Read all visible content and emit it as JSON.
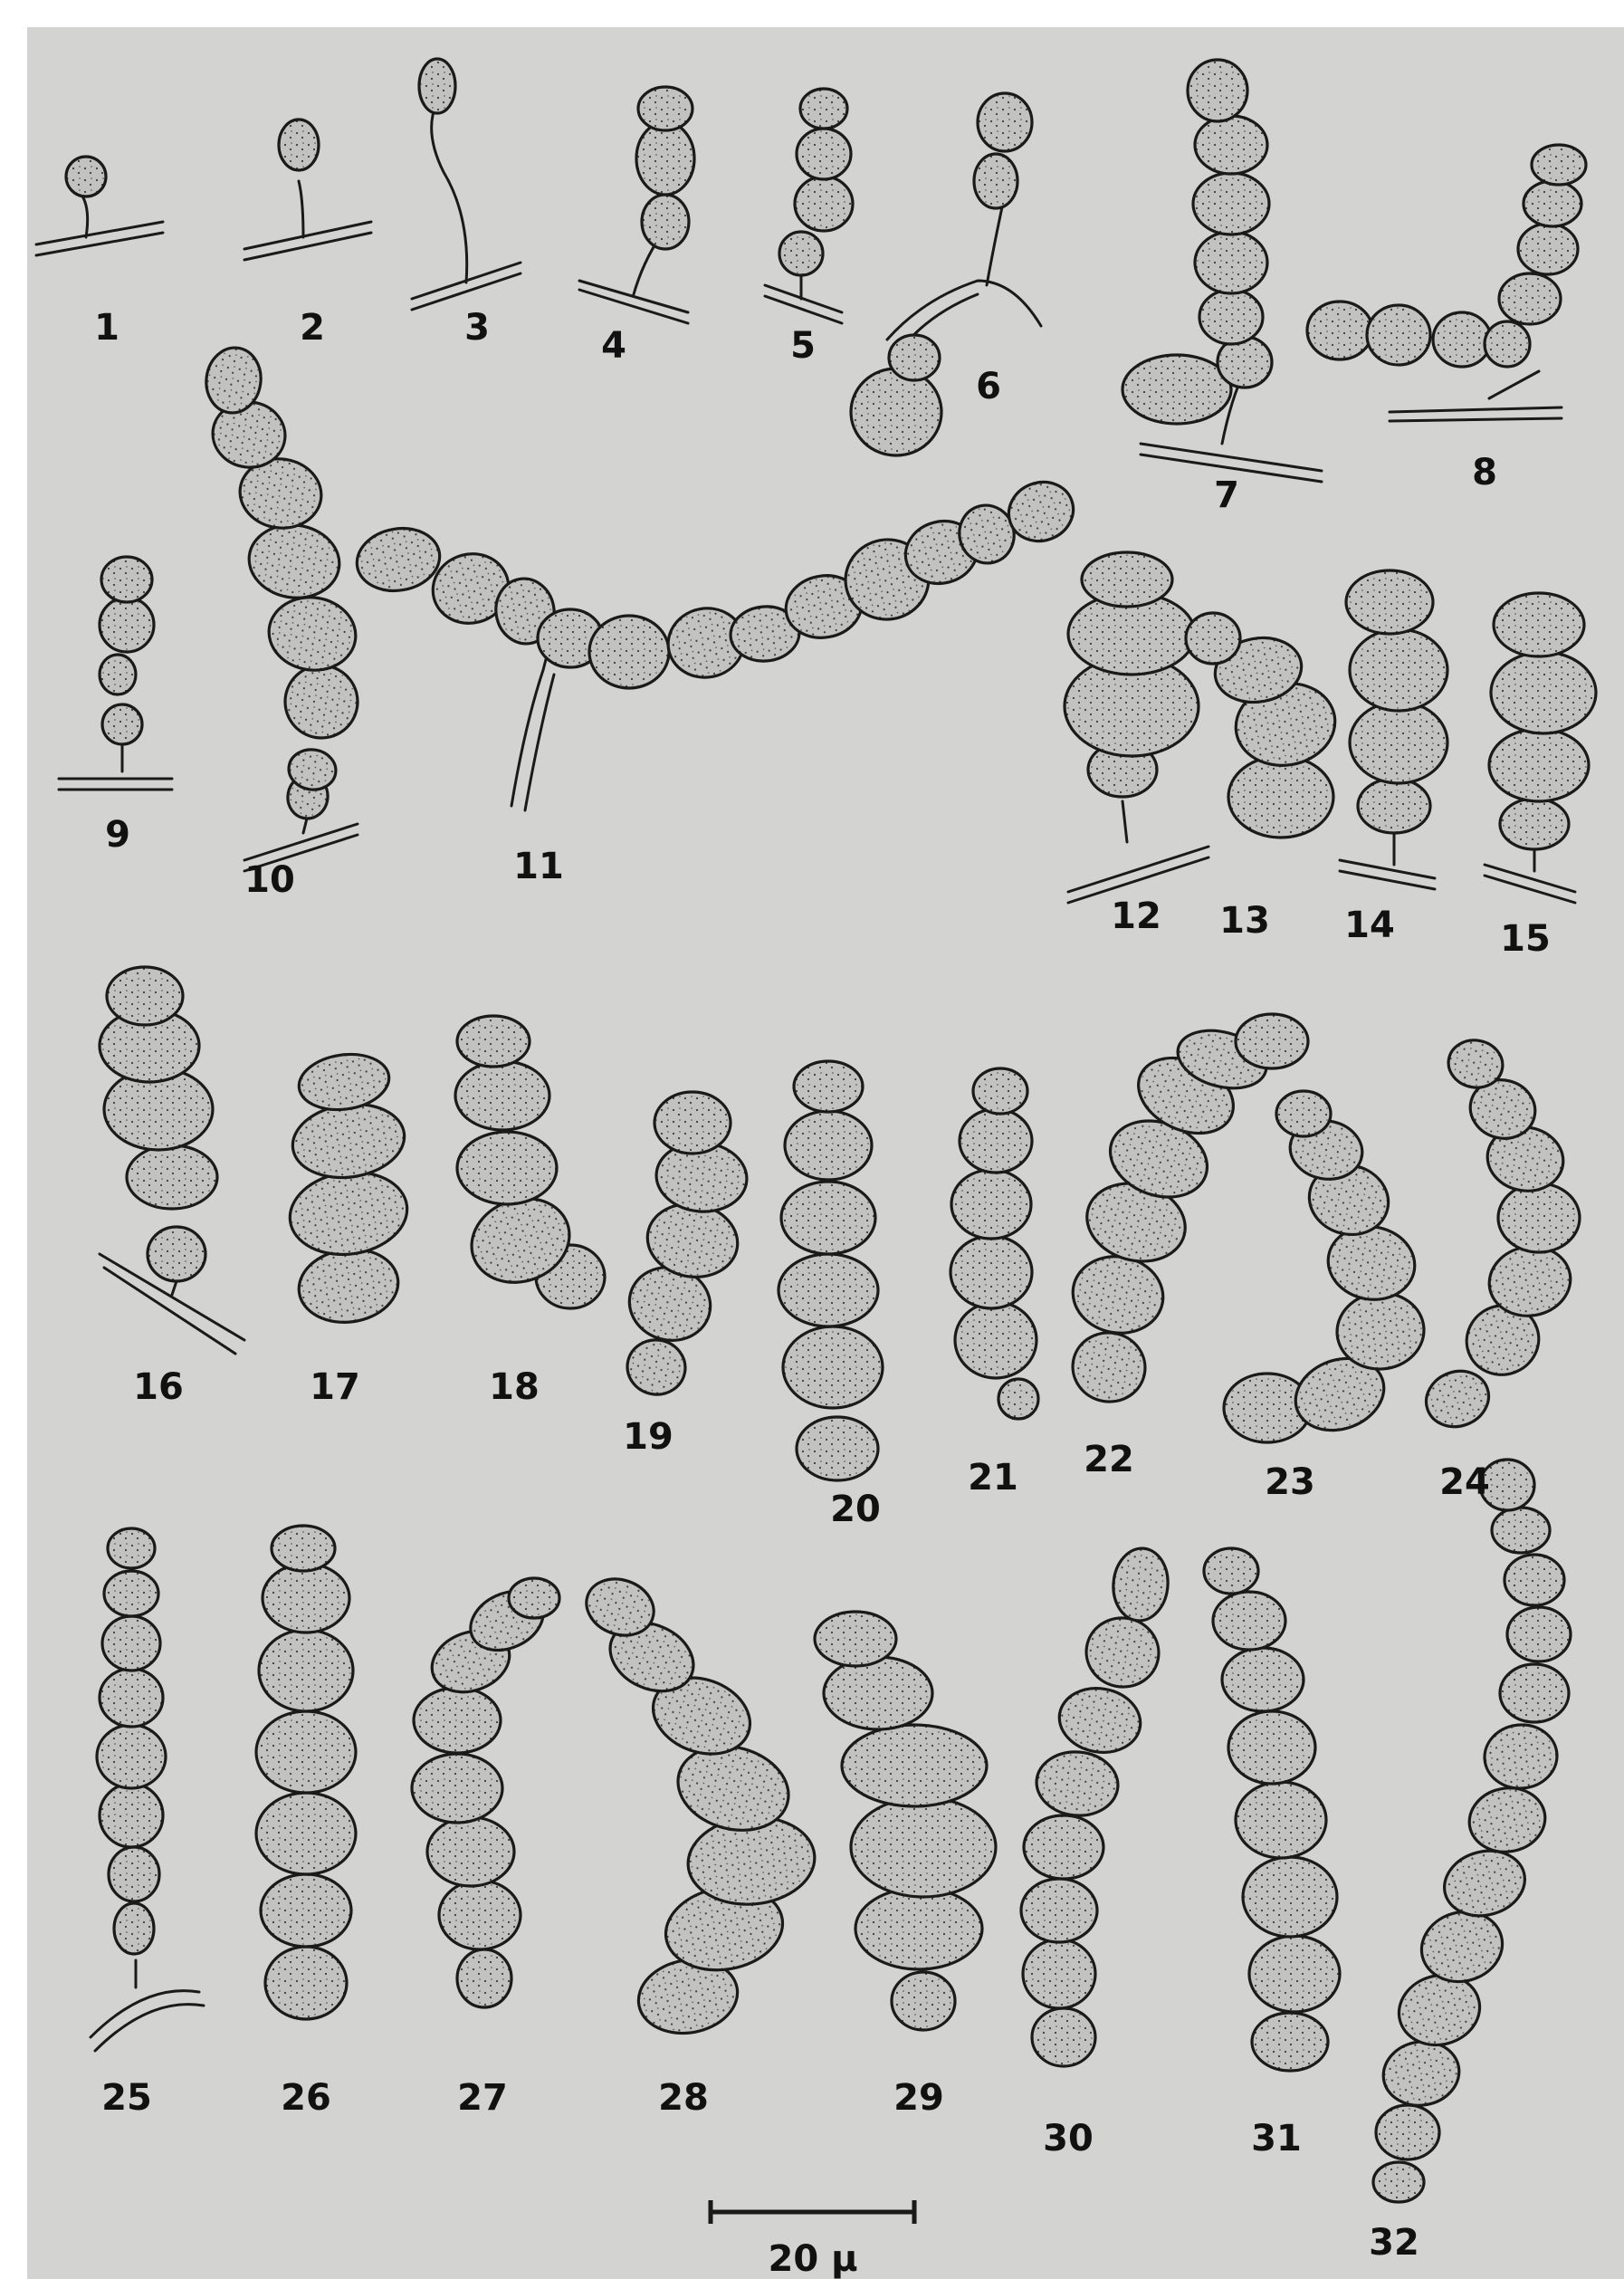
{
  "figure": {
    "specimen_labels": [
      "1",
      "2",
      "3",
      "4",
      "5",
      "6",
      "7",
      "8",
      "9",
      "10",
      "11",
      "12",
      "13",
      "14",
      "15",
      "16",
      "17",
      "18",
      "19",
      "20",
      "21",
      "22",
      "23",
      "24",
      "25",
      "26",
      "27",
      "28",
      "29",
      "30",
      "31",
      "32"
    ],
    "scale_bar_label": "20 μ"
  },
  "colors": {
    "plate_background": "#d3d3d1",
    "cell_fill": "#c2c2c0",
    "outline": "#1a1a1a",
    "stipple": "#3c3c3c",
    "label": "#111111"
  }
}
